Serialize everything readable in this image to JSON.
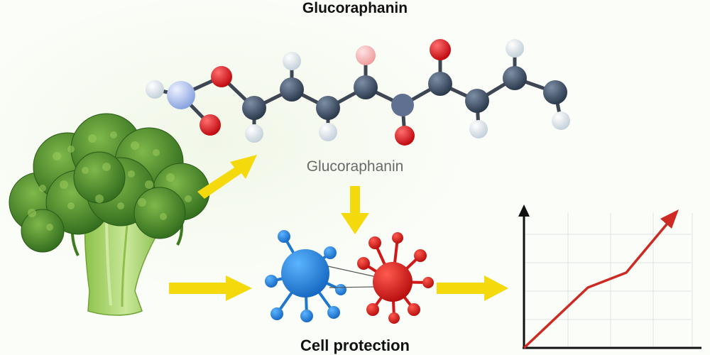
{
  "header": {
    "title": "Glucoraphanin"
  },
  "molecule": {
    "label": "Glucoraphanin"
  },
  "cells": {
    "label": "Cell protection"
  },
  "colors": {
    "arrow": "#f4d90c",
    "carbon": "#3b4a5e",
    "oxygen": "#e3141c",
    "nitrogen": "#9fb6e8",
    "hydrogen": "#e8eef3",
    "bond": "#3e4654",
    "healthy_cell": "#1f82d8",
    "stressed_cell": "#e01a1a",
    "trend_line": "#cc2a22",
    "broccoli_dark": "#3f7a22",
    "broccoli_light": "#8fc63e",
    "stem": "#a7d46a"
  }
}
